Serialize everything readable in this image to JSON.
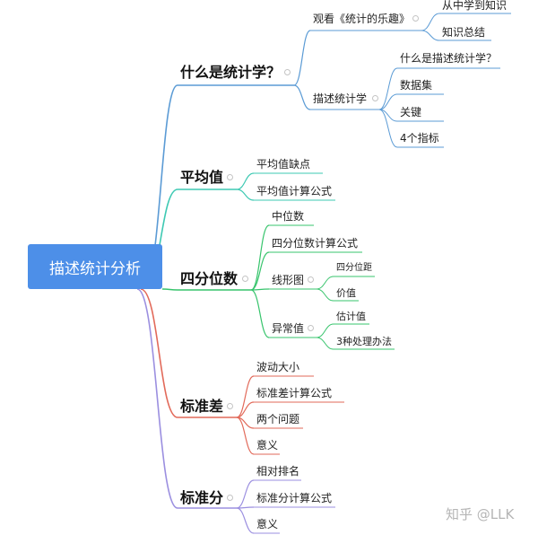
{
  "root": "描述统计分析",
  "watermark": "知乎 @LLK",
  "colors": {
    "root_fill": "#4d8fe8",
    "branch_1": "#5b9bd5",
    "branch_2": "#3ec9b3",
    "branch_3": "#37c46c",
    "branch_4": "#e26a5a",
    "branch_5": "#9b8fe0"
  },
  "branches": [
    {
      "label": "什么是统计学？",
      "children": [
        {
          "label": "观看《统计的乐趣》",
          "children": [
            {
              "label": "从中学到知识"
            },
            {
              "label": "知识总结"
            }
          ]
        },
        {
          "label": "描述统计学",
          "children": [
            {
              "label": "什么是描述统计学？"
            },
            {
              "label": "数据集"
            },
            {
              "label": "关键"
            },
            {
              "label": "4个指标"
            }
          ]
        }
      ]
    },
    {
      "label": "平均值",
      "children": [
        {
          "label": "平均值缺点"
        },
        {
          "label": "平均值计算公式"
        }
      ]
    },
    {
      "label": "四分位数",
      "children": [
        {
          "label": "中位数"
        },
        {
          "label": "四分位数计算公式"
        },
        {
          "label": "线形图",
          "children": [
            {
              "label": "四分位距"
            },
            {
              "label": "价值"
            }
          ]
        },
        {
          "label": "异常值",
          "children": [
            {
              "label": "估计值"
            },
            {
              "label": "3种处理办法"
            }
          ]
        }
      ]
    },
    {
      "label": "标准差",
      "children": [
        {
          "label": "波动大小"
        },
        {
          "label": "标准差计算公式"
        },
        {
          "label": "两个问题"
        },
        {
          "label": "意义"
        }
      ]
    },
    {
      "label": "标准分",
      "children": [
        {
          "label": "相对排名"
        },
        {
          "label": "标准分计算公式"
        },
        {
          "label": "意义"
        }
      ]
    }
  ]
}
